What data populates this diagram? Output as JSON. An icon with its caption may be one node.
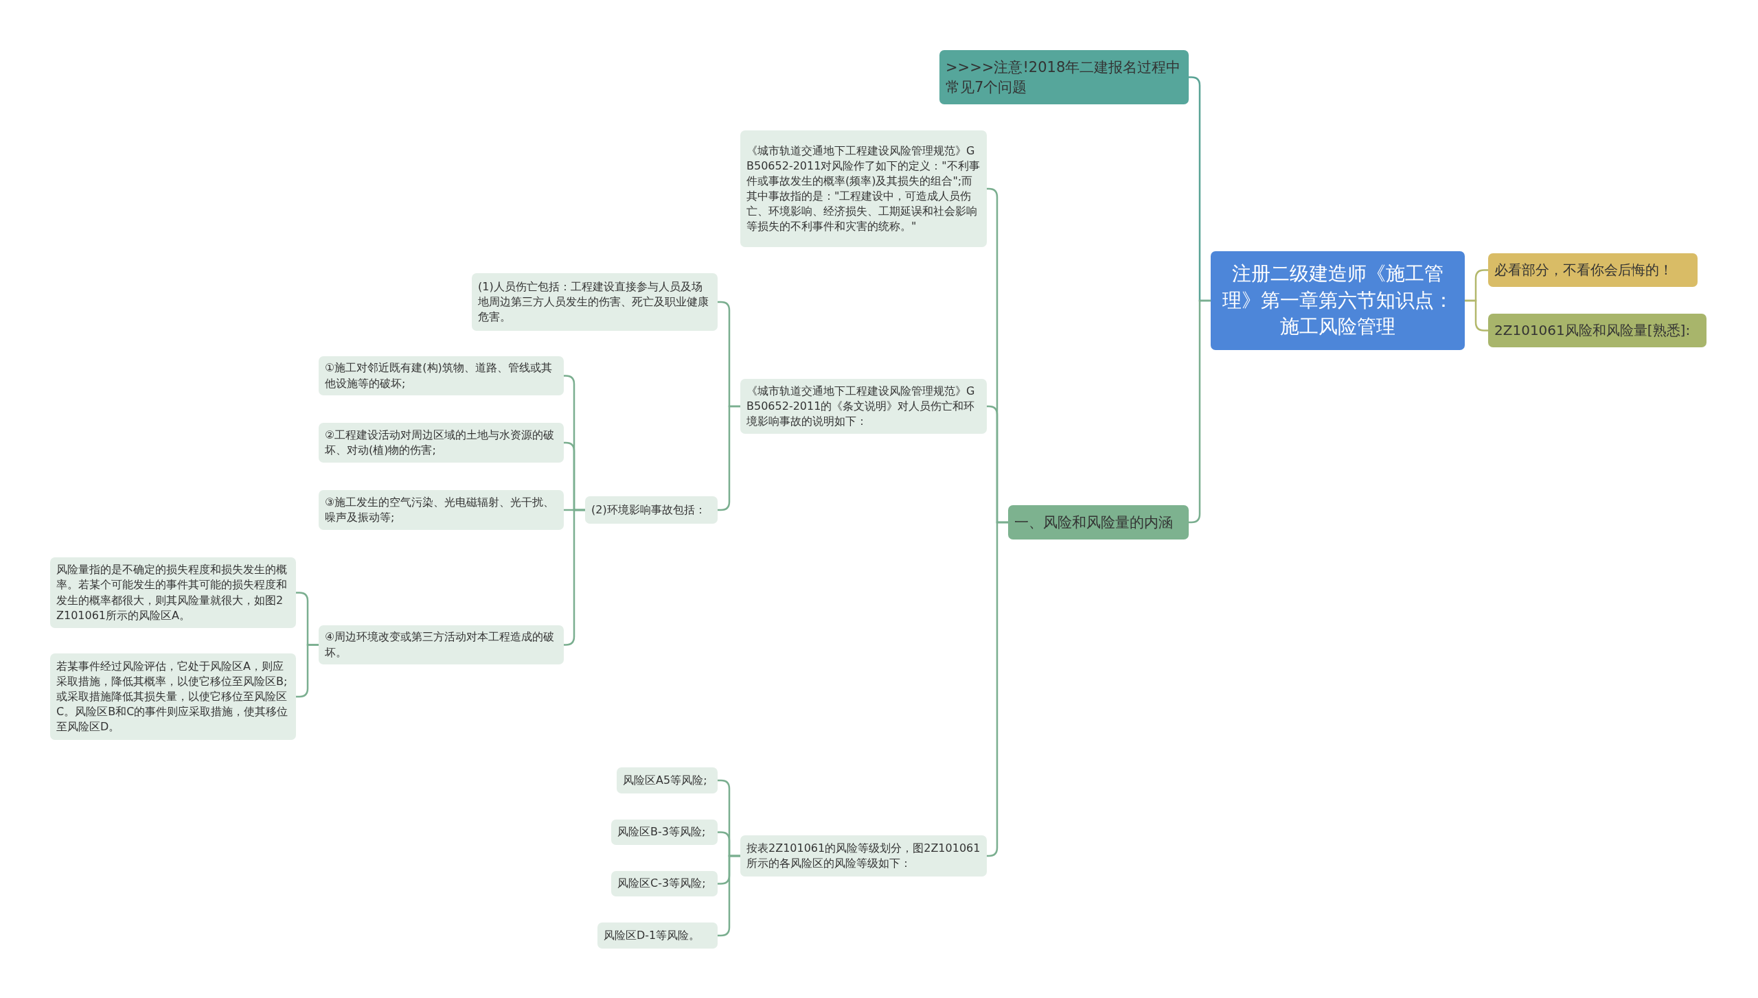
{
  "diagram": {
    "nodes": [
      {
        "text": [
          "注册二级建造师《施工管理》第一章第六节知识点：施工风险管理"
        ]
      },
      {
        "text": [
          "必看部分，不看你会后悔的！"
        ]
      },
      {
        "text": [
          "2Z101061风险和风险量[熟悉]:"
        ]
      },
      {
        "text": [
          ">>>>注意!2018年二建报名过程中常见7个问题"
        ]
      },
      {
        "text": [
          "一、风险和风险量的内涵"
        ]
      },
      {
        "text": [
          "《城市轨道交通地下工程建设风险管理规范》GB50652-2011对风险作了如下的定义：\"不利事件或事故发生的概率(频率)及其损失的组合\";而其中事故指的是：\"工程建设中，可造成人员伤亡、环境影响、经济损失、工期延误和社会影响等损失的不利事件和灾害的统称。\""
        ]
      },
      {
        "text": [
          "《城市轨道交通地下工程建设风险管理规范》GB50652-2011的《条文说明》对人员伤亡和环境影响事故的说明如下："
        ]
      },
      {
        "text": [
          "(1)人员伤亡包括：工程建设直接参与人员及场地周边第三方人员发生的伤害、死亡及职业健康危害。"
        ]
      },
      {
        "text": [
          "(2)环境影响事故包括："
        ]
      },
      {
        "text": [
          "①施工对邻近既有建(构)筑物、道路、管线或其他设施等的破坏;"
        ]
      },
      {
        "text": [
          "②工程建设活动对周边区域的土地与水资源的破坏、对动(植)物的伤害;"
        ]
      },
      {
        "text": [
          "③施工发生的空气污染、光电磁辐射、光干扰、噪声及振动等;"
        ]
      },
      {
        "text": [
          "④周边环境改变或第三方活动对本工程造成的破坏。"
        ]
      },
      {
        "text": [
          "风险量指的是不确定的损失程度和损失发生的概率。若某个可能发生的事件其可能的损失程度和发生的概率都很大，则其风险量就很大，如图2Z101061所示的风险区A。"
        ]
      },
      {
        "text": [
          "若某事件经过风险评估，它处于风险区A，则应采取措施，降低其概率，以使它移位至风险区B;或采取措施降低其损失量，以使它移位至风险区C。风险区B和C的事件则应采取措施，使其移位至风险区D。"
        ]
      },
      {
        "text": [
          "按表2Z101061的风险等级划分，图2Z101061所示的各风险区的风险等级如下："
        ]
      },
      {
        "text": [
          "风险区A5等风险;"
        ]
      },
      {
        "text": [
          "风险区B-3等风险;"
        ]
      },
      {
        "text": [
          "风险区C-3等风险;"
        ]
      },
      {
        "text": [
          "风险区D-1等风险。"
        ]
      }
    ],
    "edges": [
      {
        "from": 0,
        "to": 1,
        "arrow": "none",
        "color": "#b3b86c"
      },
      {
        "from": 0,
        "to": 2,
        "arrow": "none",
        "color": "#b3b86c"
      },
      {
        "from": 0,
        "to": 3,
        "arrow": "none",
        "color": "#5aa395"
      },
      {
        "from": 0,
        "to": 4,
        "arrow": "none"
      },
      {
        "from": 4,
        "to": 5,
        "arrow": "none"
      },
      {
        "from": 4,
        "to": 6,
        "arrow": "none"
      },
      {
        "from": 4,
        "to": 15,
        "arrow": "none"
      },
      {
        "from": 6,
        "to": 7,
        "arrow": "none"
      },
      {
        "from": 6,
        "to": 8,
        "arrow": "none"
      },
      {
        "from": 8,
        "to": 9,
        "arrow": "none"
      },
      {
        "from": 8,
        "to": 10,
        "arrow": "none"
      },
      {
        "from": 8,
        "to": 11,
        "arrow": "none"
      },
      {
        "from": 8,
        "to": 12,
        "arrow": "none"
      },
      {
        "from": 12,
        "to": 13,
        "arrow": "none"
      },
      {
        "from": 12,
        "to": 14,
        "arrow": "none"
      },
      {
        "from": 15,
        "to": 16,
        "arrow": "none"
      },
      {
        "from": 15,
        "to": 17,
        "arrow": "none"
      },
      {
        "from": 15,
        "to": 18,
        "arrow": "none"
      },
      {
        "from": 15,
        "to": 19,
        "arrow": "none"
      }
    ]
  }
}
